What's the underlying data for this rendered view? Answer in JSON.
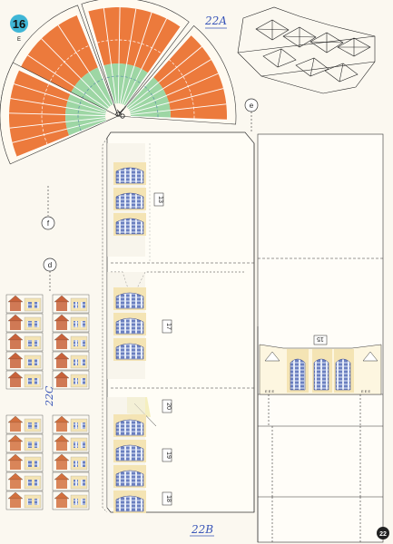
{
  "page": {
    "sheet_badge": "16",
    "sheet_subtext": "E",
    "page_number": "22"
  },
  "handwritten": {
    "label_top": "22A",
    "label_left": "22C",
    "label_bottom": "22B"
  },
  "markers": {
    "circle_f": "f",
    "circle_d": "d",
    "circle_e": "e"
  },
  "part_numbers": {
    "p13": "13",
    "p17": "17",
    "p20": "20",
    "p19": "19",
    "p18": "18",
    "p15": "15"
  },
  "colors": {
    "paper": "#fbf8f0",
    "fan_orange": "#ec7a3c",
    "fan_green": "#9dd6a4",
    "window_blue": "#6a7fc0",
    "cream": "#f4e4b4",
    "badge_cyan": "#3fb6d6",
    "ink_blue": "#3a56b8"
  },
  "icons": {
    "scissors": "scissors-icon"
  }
}
